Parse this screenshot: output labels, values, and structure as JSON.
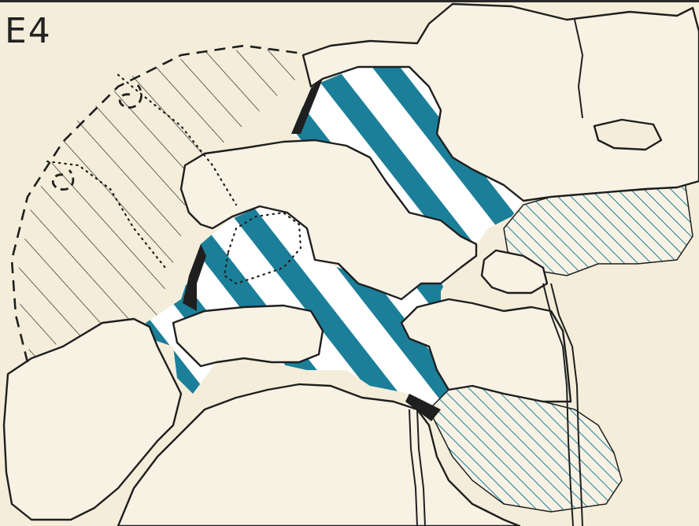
{
  "map": {
    "label": "E4",
    "colors": {
      "paper": "#f4edd9",
      "land": "#f7f2e4",
      "ink": "#1f1f1f",
      "water_teal": "#1b7f99",
      "water_white": "#ffffff"
    },
    "legend_items": [
      {
        "name": "wide-teal-stripes",
        "meaning": ""
      },
      {
        "name": "fine-teal-hatching",
        "meaning": ""
      },
      {
        "name": "fine-black-hatching",
        "meaning": ""
      },
      {
        "name": "dotted-lines",
        "meaning": ""
      },
      {
        "name": "dashed-boundary",
        "meaning": ""
      }
    ]
  }
}
